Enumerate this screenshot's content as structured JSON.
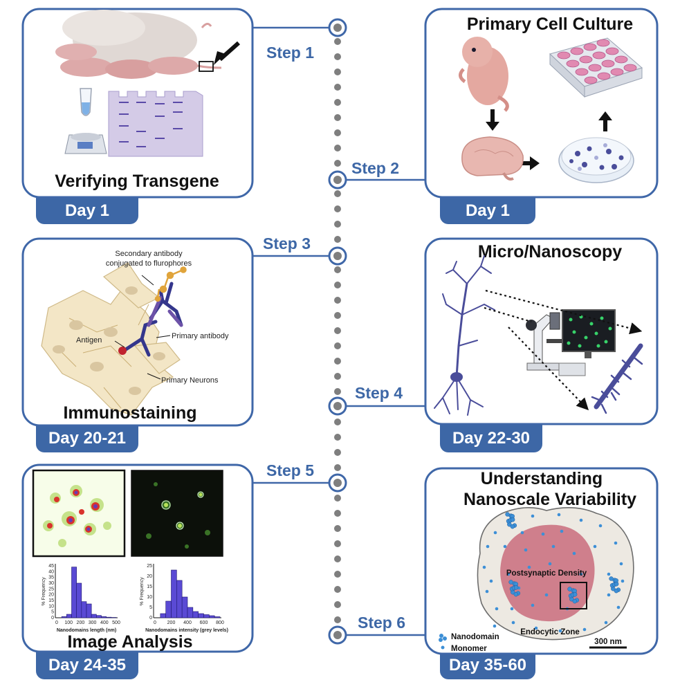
{
  "colors": {
    "accent": "#3d67a6",
    "timeline_dot": "#7f7f7f",
    "panel_border": "#3f67a8"
  },
  "steps": [
    {
      "step_label": "Step 1",
      "title": "Verifying Transgene",
      "day": "Day 1"
    },
    {
      "step_label": "Step 2",
      "title": "Primary Cell Culture",
      "day": "Day 1"
    },
    {
      "step_label": "Step 3",
      "title": "Immunostaining",
      "day": "Day 20-21"
    },
    {
      "step_label": "Step 4",
      "title": "Micro/Nanoscopy",
      "day": "Day 22-30"
    },
    {
      "step_label": "Step 5",
      "title": "Image Analysis",
      "day": "Day 24-35"
    },
    {
      "step_label": "Step 6",
      "title_line1": "Understanding",
      "title_line2": "Nanoscale Variability",
      "day": "Day 35-60"
    }
  ],
  "immuno_labels": {
    "secondary_line1": "Secondary antibody",
    "secondary_line2": "conjugated to flurophores",
    "antigen": "Antigen",
    "primary_antibody": "Primary antibody",
    "primary_neurons": "Primary Neurons"
  },
  "analysis_labels": {
    "y_label": "% Frequency",
    "length_label": "Nanodomains length (nm)",
    "intensity_label": "Nanodomains intensity (grey levels)",
    "length_ticks": [
      "0",
      "100",
      "200",
      "300",
      "400",
      "500"
    ],
    "intensity_ticks": [
      "0",
      "200",
      "400",
      "600",
      "800"
    ],
    "length_y_ticks": [
      "0",
      "5",
      "10",
      "15",
      "20",
      "25",
      "30",
      "35",
      "40",
      "45"
    ],
    "intensity_y_ticks": [
      "0",
      "5",
      "10",
      "15",
      "20",
      "25"
    ]
  },
  "histograms": {
    "length": [
      0,
      1,
      3,
      44,
      30,
      14,
      12,
      3,
      2,
      1,
      0.5,
      0.3
    ],
    "intensity": [
      0,
      2,
      8,
      23,
      18,
      10,
      5,
      3,
      2,
      1.5,
      1,
      0.5
    ]
  },
  "synapse_labels": {
    "postsynaptic_density": "Postsynaptic Density",
    "endocytic_zone": "Endocytic Zone",
    "scale_bar": "300 nm",
    "legend_nanodomain": "Nanodomain",
    "legend_monomer": "Monomer"
  }
}
